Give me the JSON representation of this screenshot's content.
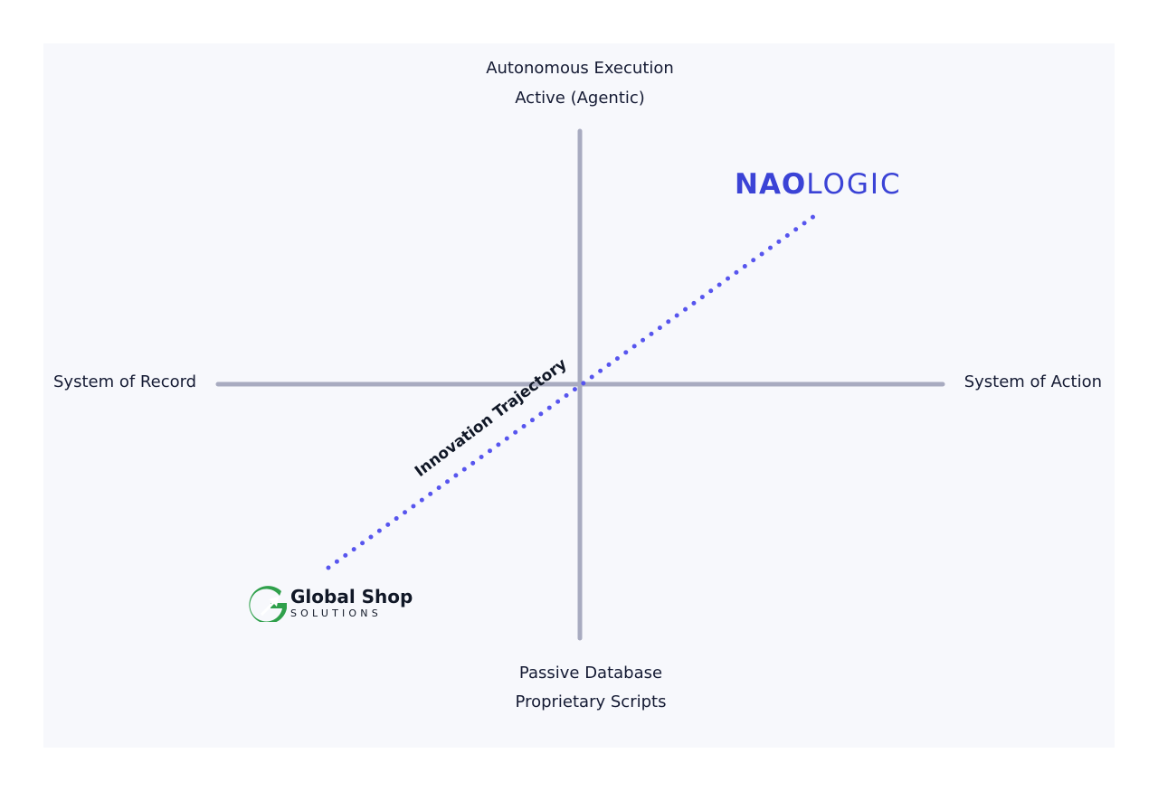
{
  "diagram": {
    "top_labels": [
      "Autonomous Execution",
      "Active (Agentic)"
    ],
    "left_label": "System of Record",
    "right_label": "System of Action",
    "bottom_labels": [
      "Passive Database",
      "Proprietary Scripts"
    ],
    "trajectory_label": "Innovation Trajectory",
    "colors": {
      "panel_background": "#f7f8fc",
      "axis": "#a8abc0",
      "trajectory": "#5755ee",
      "naologic": "#3b43d6",
      "global_shop_green": "#2fa04b",
      "text": "#141a33"
    }
  },
  "logos": {
    "naologic": {
      "strong": "NAO",
      "light": "LOGIC"
    },
    "global_shop": {
      "title": "Global Shop",
      "subtitle": "SOLUTIONS",
      "icon": "global-shop-logo-icon"
    }
  }
}
